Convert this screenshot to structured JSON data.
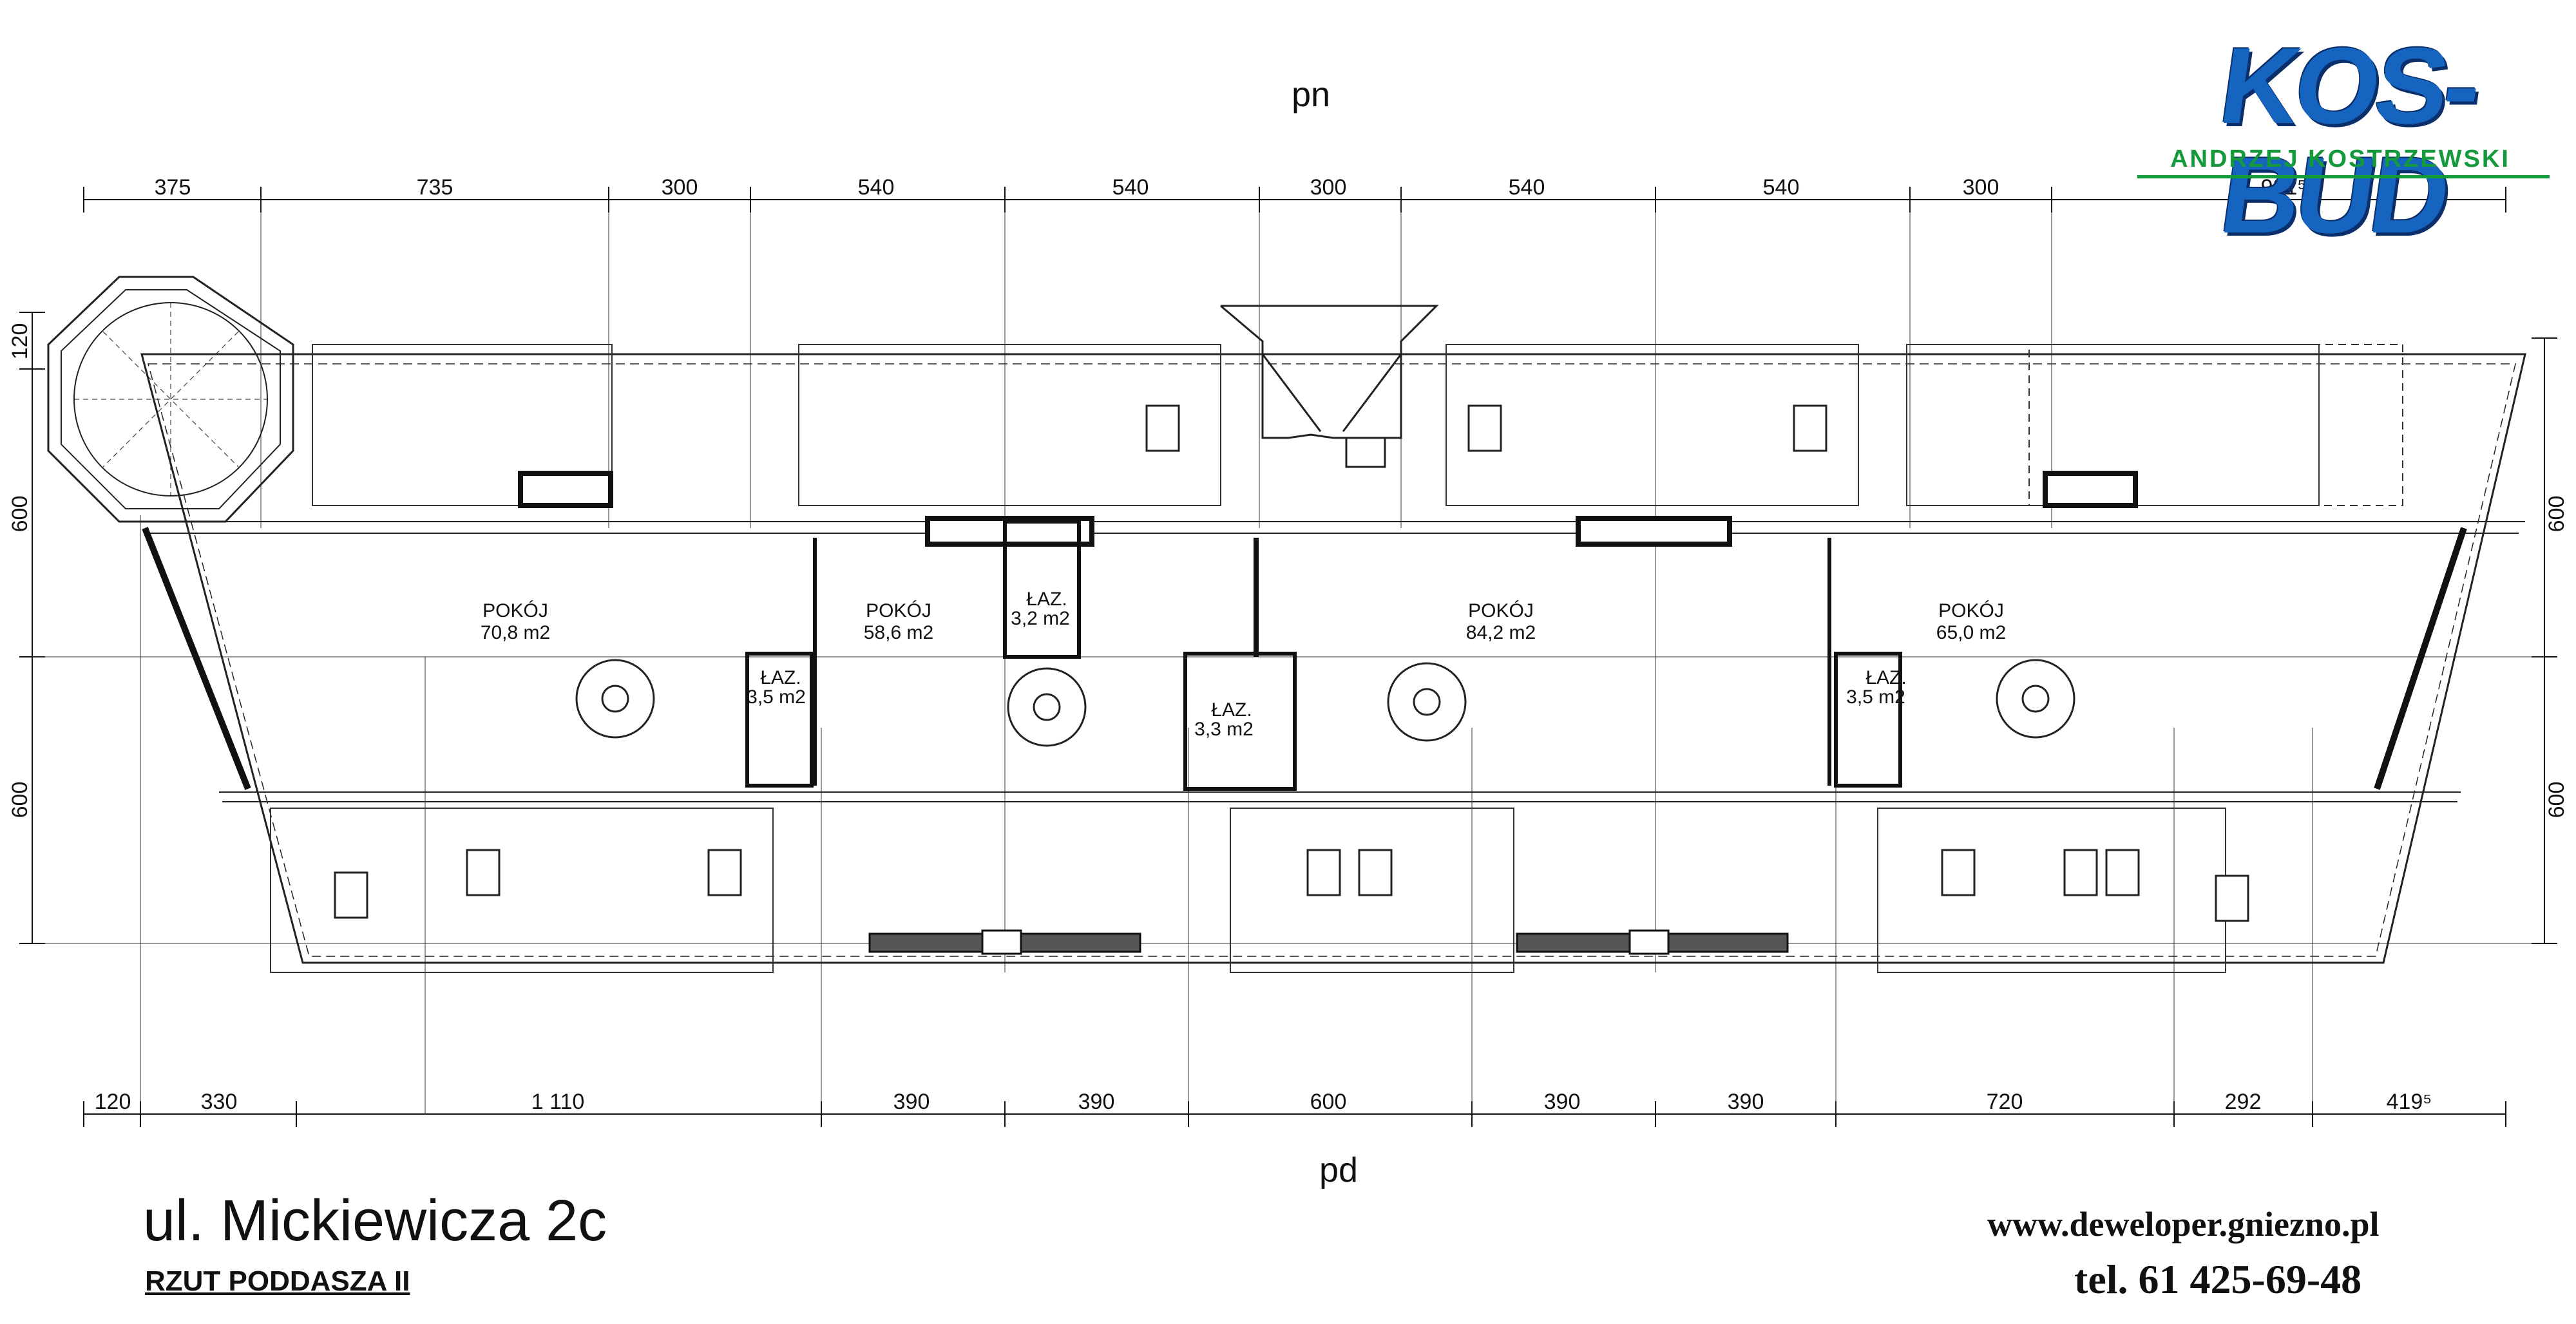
{
  "logo": {
    "brand": "KOS-BUD",
    "owner": "ANDRZEJ KOSTRZEWSKI",
    "brand_color": "#1565c0",
    "owner_color": "#159a3b"
  },
  "orientation": {
    "north": "pn",
    "south": "pd"
  },
  "top_dimensions": [
    "375",
    "735",
    "300",
    "540",
    "540",
    "300",
    "540",
    "540",
    "300",
    "981⁵"
  ],
  "bottom_dimensions": [
    "120",
    "330",
    "1 110",
    "390",
    "390",
    "600",
    "390",
    "390",
    "720",
    "292",
    "419⁵"
  ],
  "left_dimensions": [
    "120",
    "600",
    "600"
  ],
  "right_dimensions": [
    "600",
    "600"
  ],
  "rooms": [
    {
      "name": "POKÓJ",
      "area": "70,8 m2"
    },
    {
      "name": "POKÓJ",
      "area": "58,6 m2"
    },
    {
      "name": "ŁAZ.",
      "area": "3,2 m2"
    },
    {
      "name": "POKÓJ",
      "area": "84,2 m2"
    },
    {
      "name": "POKÓJ",
      "area": "65,0 m2"
    },
    {
      "name": "ŁAZ.",
      "area": "3,5 m2"
    },
    {
      "name": "ŁAZ.",
      "area": "3,3 m2"
    },
    {
      "name": "ŁAZ.",
      "area": "3,5 m2"
    }
  ],
  "address": "ul. Mickiewicza 2c",
  "plan_name": "RZUT PODDASZA II",
  "website": "www.deweloper.gniezno.pl",
  "phone": "tel. 61 425-69-48"
}
